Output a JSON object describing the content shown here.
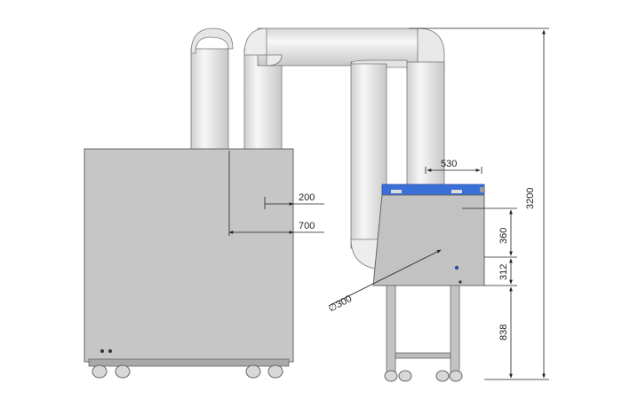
{
  "dimensions": {
    "total_height": "3200",
    "pipe_gap": "530",
    "offset_200": "200",
    "offset_700": "700",
    "hood_height": "360",
    "cabinet_height": "312",
    "stand_height": "838",
    "duct_diameter": "300"
  },
  "colors": {
    "housing": "#c6c6c6",
    "housing_dark": "#a9a9a9",
    "duct_light": "#f3f3f3",
    "duct_shade": "#cfcfcf",
    "accent_blue": "#3b6fd8",
    "line": "#333333"
  }
}
